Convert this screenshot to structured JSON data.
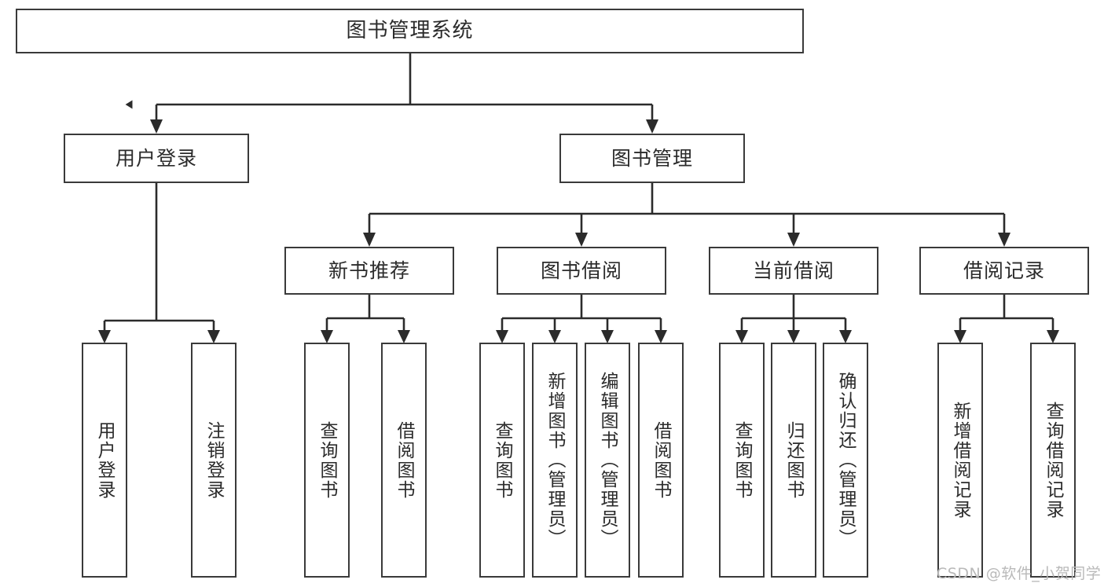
{
  "diagram": {
    "title": "图书管理系统",
    "type": "hierarchy-tree",
    "orientation": "top-down",
    "colors": {
      "box_border": "#3a3a3a",
      "box_fill": "#ffffff",
      "connector": "#2b2b2b",
      "text": "#2b2b2b",
      "watermark": "#b9b9b9",
      "background": "#ffffff"
    },
    "root": {
      "id": "root",
      "label": "图书管理系统"
    },
    "level2": [
      {
        "id": "user-login",
        "label": "用户登录"
      },
      {
        "id": "book-manage",
        "label": "图书管理"
      }
    ],
    "level3": [
      {
        "id": "new-book-rec",
        "label": "新书推荐",
        "parent": "book-manage"
      },
      {
        "id": "book-borrow",
        "label": "图书借阅",
        "parent": "book-manage"
      },
      {
        "id": "current-borrow",
        "label": "当前借阅",
        "parent": "book-manage"
      },
      {
        "id": "borrow-record",
        "label": "借阅记录",
        "parent": "book-manage"
      }
    ],
    "leaves": [
      {
        "id": "leaf-user-login",
        "label": "用户登录",
        "parent": "user-login"
      },
      {
        "id": "leaf-logout",
        "label": "注销登录",
        "parent": "user-login"
      },
      {
        "id": "leaf-query-book-1",
        "label": "查询图书",
        "parent": "new-book-rec"
      },
      {
        "id": "leaf-borrow-book-1",
        "label": "借阅图书",
        "parent": "new-book-rec"
      },
      {
        "id": "leaf-query-book-2",
        "label": "查询图书",
        "parent": "book-borrow"
      },
      {
        "id": "leaf-add-book",
        "label": "新增图书（管理员）",
        "parent": "book-borrow"
      },
      {
        "id": "leaf-edit-book",
        "label": "编辑图书（管理员）",
        "parent": "book-borrow"
      },
      {
        "id": "leaf-borrow-book-2",
        "label": "借阅图书",
        "parent": "book-borrow"
      },
      {
        "id": "leaf-query-book-3",
        "label": "查询图书",
        "parent": "current-borrow"
      },
      {
        "id": "leaf-return-book",
        "label": "归还图书",
        "parent": "current-borrow"
      },
      {
        "id": "leaf-confirm-return",
        "label": "确认归还（管理员）",
        "parent": "current-borrow"
      },
      {
        "id": "leaf-add-record",
        "label": "新增借阅记录",
        "parent": "borrow-record"
      },
      {
        "id": "leaf-query-record",
        "label": "查询借阅记录",
        "parent": "borrow-record"
      }
    ],
    "watermark": "CSDN @软件_小贺同学"
  }
}
